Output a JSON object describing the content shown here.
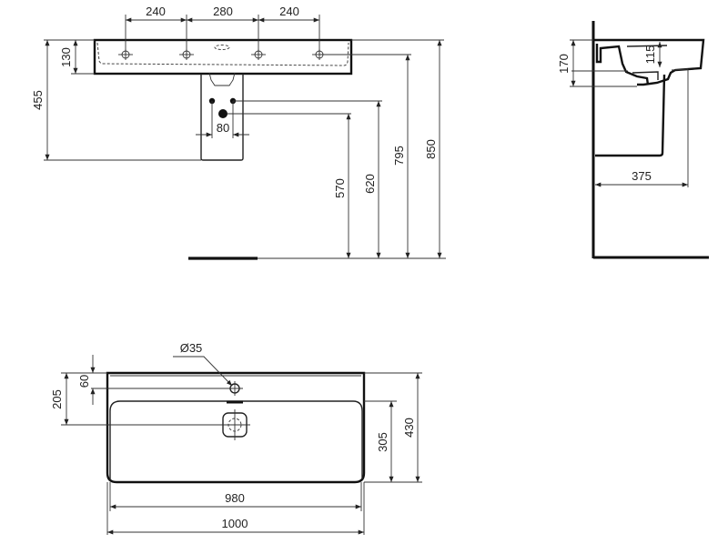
{
  "drawing": {
    "front_view": {
      "tap_hole_spacing": [
        "240",
        "280",
        "240"
      ],
      "basin_depth": "130",
      "pedestal_drop": "455",
      "supply_spacing": "80",
      "heights": [
        "570",
        "620",
        "795",
        "850"
      ]
    },
    "side_view": {
      "overall_height": "170",
      "bowl_depth": "115",
      "projection": "375"
    },
    "top_view": {
      "tap_hole_diameter": "Ø35",
      "tap_hole_offset": "60",
      "waste_offset": "205",
      "inner_depth": "305",
      "overall_depth": "430",
      "inner_width": "980",
      "overall_width": "1000"
    }
  }
}
